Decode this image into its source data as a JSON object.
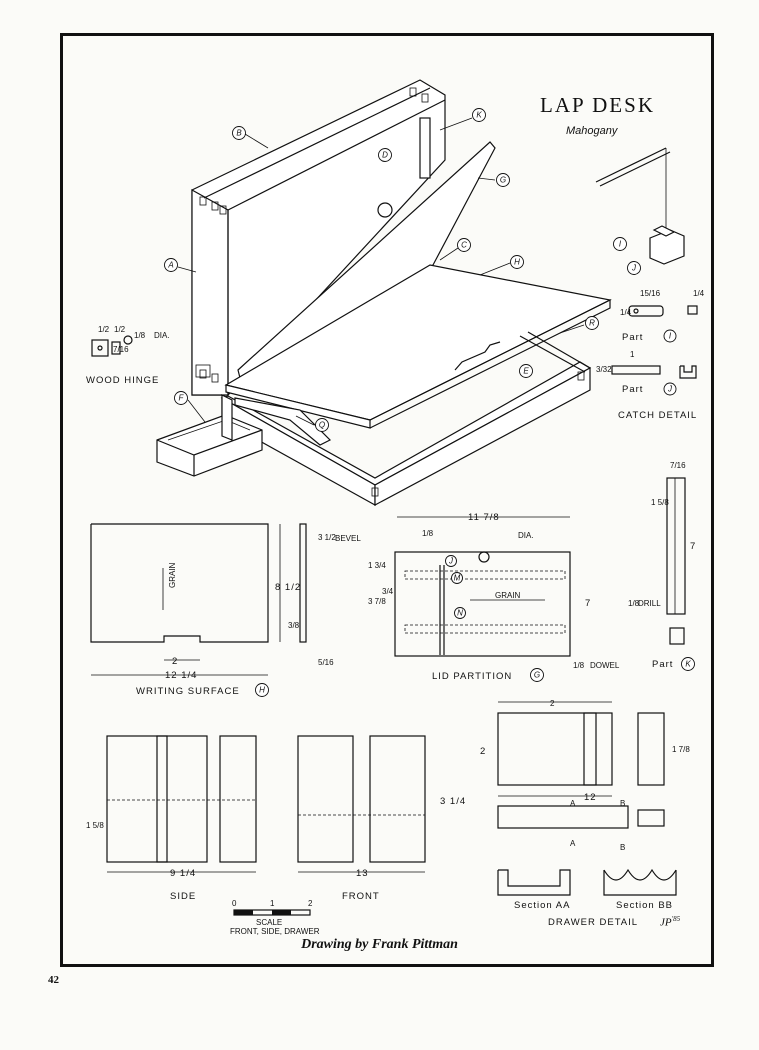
{
  "title": "LAP DESK",
  "material": "Mahogany",
  "credit": "Drawing by Frank Pittman",
  "page_number": "42",
  "signature": "JP",
  "signature_year": "'85",
  "callouts": {
    "a": "A",
    "b": "B",
    "c": "C",
    "d": "D",
    "e": "E",
    "f": "F",
    "g": "G",
    "h": "H",
    "i": "I",
    "j": "J",
    "k": "K",
    "m": "M",
    "n": "N",
    "q": "Q",
    "r": "R"
  },
  "views": {
    "wood_hinge": "WOOD HINGE",
    "part_i": "Part",
    "part_j": "Part",
    "catch_detail": "CATCH DETAIL",
    "writing_surface": "WRITING SURFACE",
    "lid_partition": "LID PARTITION",
    "part_k": "Part",
    "side": "SIDE",
    "front": "FRONT",
    "drawer_detail": "DRAWER DETAIL",
    "section_aa": "Section AA",
    "section_bb": "Section BB",
    "scale": "SCALE",
    "scale_sub": "FRONT, SIDE, DRAWER"
  },
  "annotations": {
    "dia_1_8": "DIA.",
    "dia_3_4": "DIA.",
    "bevel": "BEVEL",
    "grain": "GRAIN",
    "dowel": "DOWEL",
    "drill": "DRILL",
    "sec_a": "A",
    "sec_b": "B"
  },
  "dimensions": {
    "ws_width": "12 1/4",
    "ws_height": "8 1/2",
    "ws_notch": "2",
    "ws_bevel": "3 1/2",
    "ws_thick": "5/16",
    "ws_lip": "3/8",
    "lp_width": "11 7/8",
    "lp_height": "7",
    "lp_left1": "1 3/4",
    "lp_left2": "3 7/8",
    "lp_left3": "3/4",
    "lp_top": "1/8",
    "lp_dowel": "1/8",
    "side_w": "9 1/4",
    "front_w": "13",
    "front_h": "3 1/4",
    "side_l1": "1 5/8",
    "drawer_w": "12",
    "drawer_h": "2",
    "drawer_top": "2",
    "drawer_sec_h": "1 7/8",
    "k_top": "7/16",
    "k_h1": "1 5/8",
    "k_h2": "7",
    "catch_len": "1",
    "catch_j_h": "3/32",
    "i_w": "15/16",
    "i_h": "1/4",
    "hinge_w": "1/2",
    "hinge_h": "7/16",
    "hinge_dia": "1/8",
    "scale_0": "0",
    "scale_1": "1",
    "scale_2": "2"
  }
}
